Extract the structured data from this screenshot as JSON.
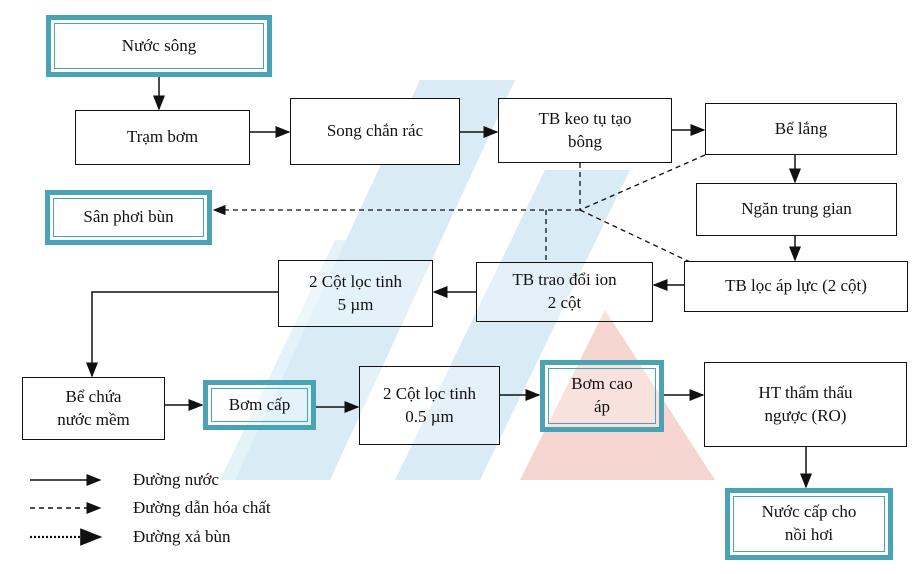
{
  "nodes": {
    "river_water": "Nước sông",
    "pump_station": "Trạm bơm",
    "trash_screen": "Song chắn rác",
    "coagulation": "TB keo tụ tạo\nbông",
    "settling_tank": "Bể lắng",
    "intermediate_tank": "Ngăn trung gian",
    "pressure_filter": "TB lọc áp lực (2 cột)",
    "ion_exchange": "TB trao đổi ion\n2 cột",
    "fine_filter_5": "2 Cột lọc tinh\n5 µm",
    "sludge_drying": "Sân phơi bùn",
    "soft_water_tank": "Bể chứa\nnước mềm",
    "feed_pump": "Bơm cấp",
    "fine_filter_05": "2 Cột lọc tinh\n0.5 µm",
    "high_pressure_pump": "Bơm cao\náp",
    "ro_system": "HT thẩm thấu\nngược (RO)",
    "boiler_feed_water": "Nước cấp cho\nnồi hơi"
  },
  "legend": {
    "water_line": "Đường nước",
    "chemical_line": "Đường dẫn hóa chất",
    "sludge_line": "Đường xả bùn"
  },
  "colors": {
    "highlight_border": "#4aa3b5",
    "watermark_blue": "#cfe6f3",
    "watermark_red": "#f4c9c4"
  }
}
